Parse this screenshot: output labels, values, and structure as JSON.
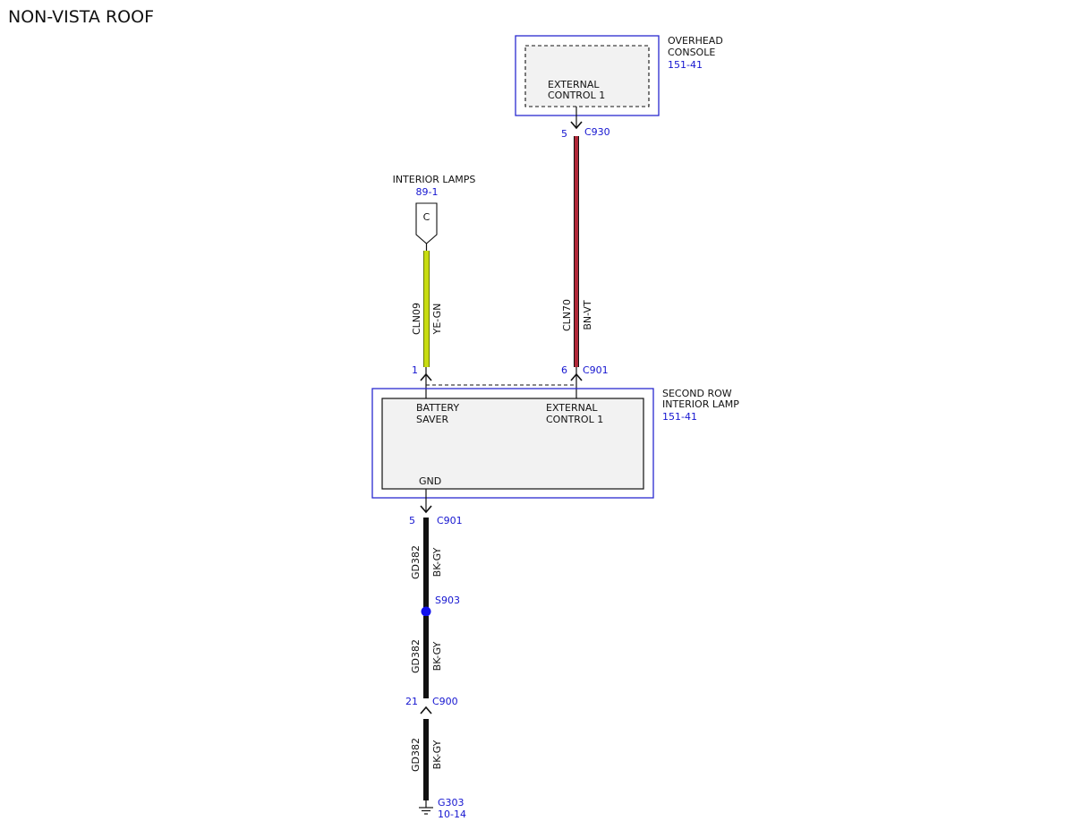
{
  "title": "NON-VISTA ROOF",
  "colors": {
    "reference_text": "#1515d0",
    "component_border": "#2a2ad0",
    "wire_yellow_green": "#c8dc10",
    "wire_brown_violet": "#b02838",
    "wire_black": "#111111",
    "splice_dot": "#1010ee",
    "component_fill": "#f2f2f2"
  },
  "components": {
    "overhead_console": {
      "name_line1": "OVERHEAD",
      "name_line2": "CONSOLE",
      "ref": "151-41",
      "pin_label_line1": "EXTERNAL",
      "pin_label_line2": "CONTROL 1"
    },
    "interior_lamps": {
      "name": "INTERIOR LAMPS",
      "ref": "89-1",
      "connector_letter": "C"
    },
    "second_row_lamp": {
      "name_line1": "SECOND ROW",
      "name_line2": "INTERIOR LAMP",
      "ref": "151-41",
      "pin_left_line1": "BATTERY",
      "pin_left_line2": "SAVER",
      "pin_right_line1": "EXTERNAL",
      "pin_right_line2": "CONTROL 1",
      "pin_gnd": "GND"
    }
  },
  "connectors": {
    "c930": {
      "pin": "5",
      "name": "C930"
    },
    "c901_top_left": {
      "pin": "1"
    },
    "c901_top_right": {
      "pin": "6",
      "name": "C901"
    },
    "c901_bottom": {
      "pin": "5",
      "name": "C901"
    },
    "c900": {
      "pin": "21",
      "name": "C900"
    }
  },
  "splice": {
    "name": "S903"
  },
  "ground": {
    "name": "G303",
    "ref": "10-14"
  },
  "wires": {
    "cln09": {
      "circuit": "CLN09",
      "color": "YE-GN"
    },
    "cln70": {
      "circuit": "CLN70",
      "color": "BN-VT"
    },
    "gd382_upper": {
      "circuit": "GD382",
      "color": "BK-GY"
    },
    "gd382_middle": {
      "circuit": "GD382",
      "color": "BK-GY"
    },
    "gd382_lower": {
      "circuit": "GD382",
      "color": "BK-GY"
    }
  }
}
